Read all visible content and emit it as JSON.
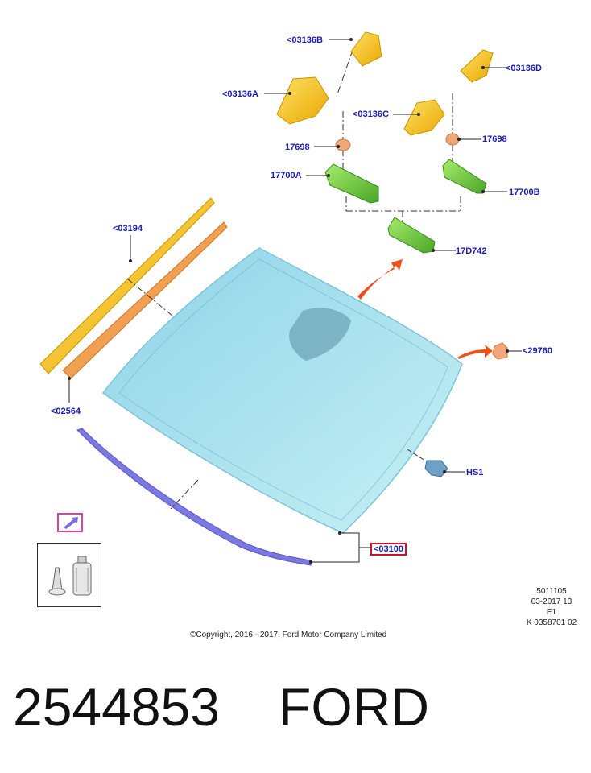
{
  "callouts": {
    "c03136B": "<03136B",
    "c03136A": "<03136A",
    "c03136C": "<03136C",
    "c03136D": "<03136D",
    "c17698_left": "17698",
    "c17698_right": "17698",
    "c17700A": "17700A",
    "c17700B": "17700B",
    "c17D742": "17D742",
    "c03194": "<03194",
    "c29760": "<29760",
    "c02564": "<02564",
    "cHS1": "HS1",
    "c03100": "<03100"
  },
  "meta": {
    "line1": "5011105",
    "line2": "03-2017 13",
    "line3": "E1",
    "line4": "K 0358701 02",
    "copyright": "©Copyright, 2016 - 2017, Ford Motor Company Limited"
  },
  "footer": {
    "part_number": "2544853",
    "brand": "FORD"
  },
  "colors": {
    "callout_text": "#1a1ab8",
    "highlight_border": "#d0102a",
    "yellow_part": "#f5c21a",
    "orange_part": "#f0a050",
    "green_part": "#6ccc3a",
    "glass": "#9fdcec",
    "strip_purple": "#7b78e0",
    "arrow_orange": "#f0501a",
    "pink_box": "#e0409a"
  }
}
